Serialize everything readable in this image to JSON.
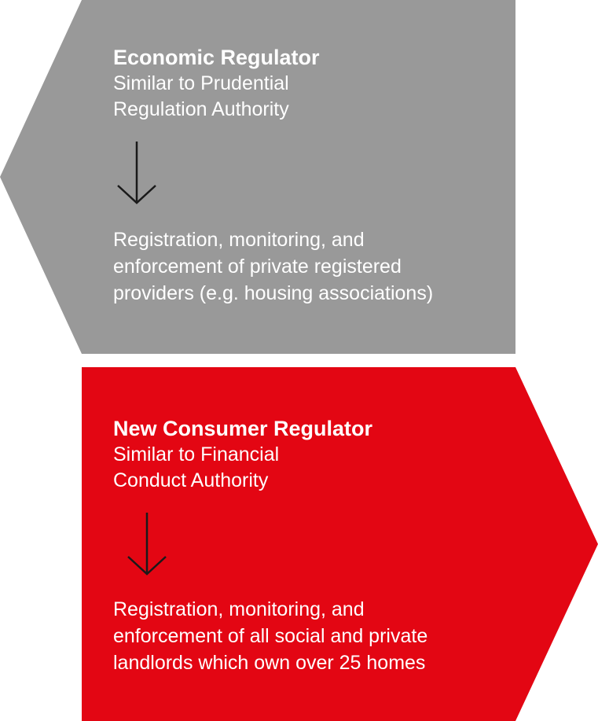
{
  "economic": {
    "title": "Economic Regulator",
    "subtitle": "Similar to Prudential\nRegulation Authority",
    "description": "Registration, monitoring, and\nenforcement of private registered\nproviders (e.g. housing associations)",
    "color": "#999999"
  },
  "consumer": {
    "title": "New Consumer Regulator",
    "subtitle": "Similar to Financial\nConduct Authority",
    "description": "Registration, monitoring, and\nenforcement of all social and private\nlandlords which own over 25 homes",
    "color": "#e30613"
  },
  "arrow_color": "#1a1a1a"
}
